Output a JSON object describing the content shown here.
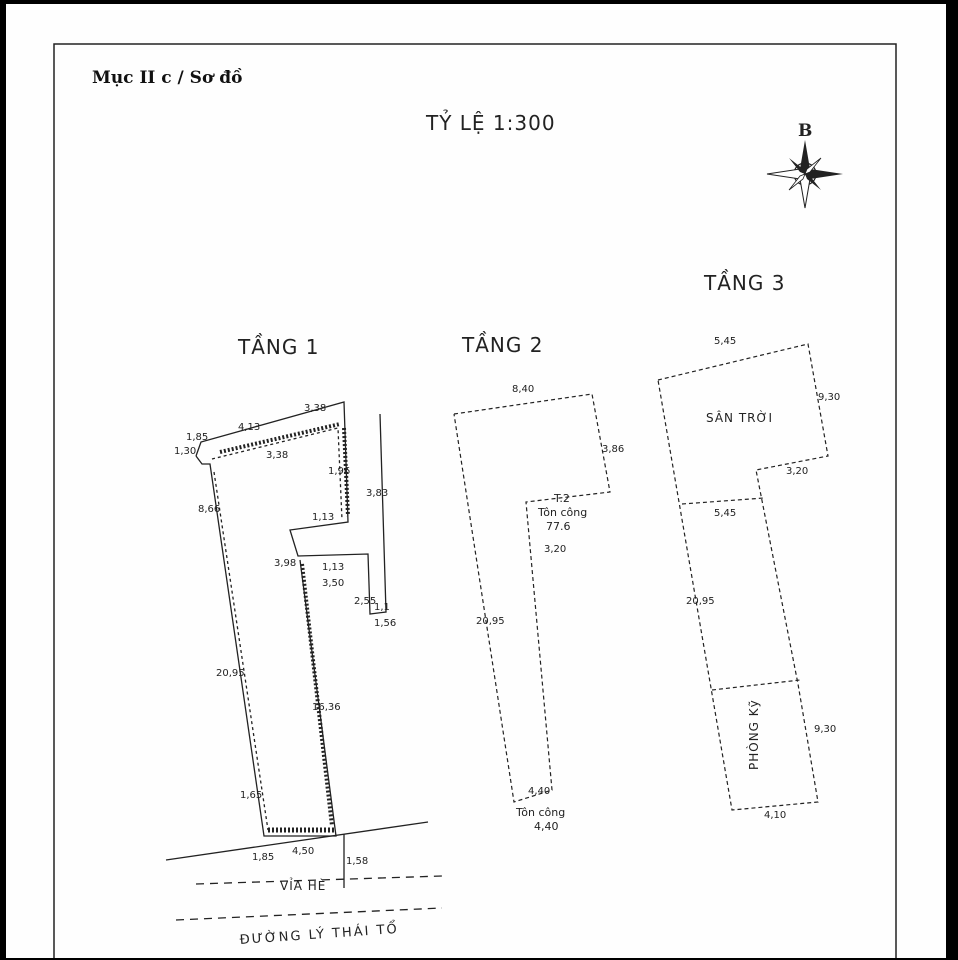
{
  "heading": "Mục II c / Sơ đồ",
  "scale": "TỶ LỆ 1:300",
  "compass": {
    "label": "B",
    "icon": "north-arrow-compass-icon"
  },
  "floor1": {
    "title": "TẦNG 1",
    "dims": [
      "4,13",
      "3,38",
      "1,85",
      "1,30",
      "3,38",
      "1,96",
      "3,83",
      "8,66",
      "1,13",
      "3,98",
      "1,13",
      "3,50",
      "2,55",
      "1,1",
      "1,56",
      "20,95",
      "16,36",
      "1,65",
      "1,85",
      "4,50",
      "1,58"
    ],
    "sidewalk": "VỈA HÈ",
    "street": "ĐƯỜNG LÝ THÁI TỔ"
  },
  "floor2": {
    "title": "TẦNG 2",
    "dims": [
      "8,40",
      "3,86",
      "T.2",
      "Tôn công",
      "77.6",
      "3,20",
      "20,95",
      "4,40"
    ],
    "bottom_label": "Tôn công",
    "bottom_value": "4,40"
  },
  "floor3": {
    "title": "TẦNG 3",
    "dims": [
      "5,45",
      "9,30",
      "3,20",
      "5,45",
      "20,95",
      "9,30",
      "4,10"
    ],
    "roof_label": "SÂN TRỜI",
    "room_label": "PHÒNG Kỹ"
  }
}
